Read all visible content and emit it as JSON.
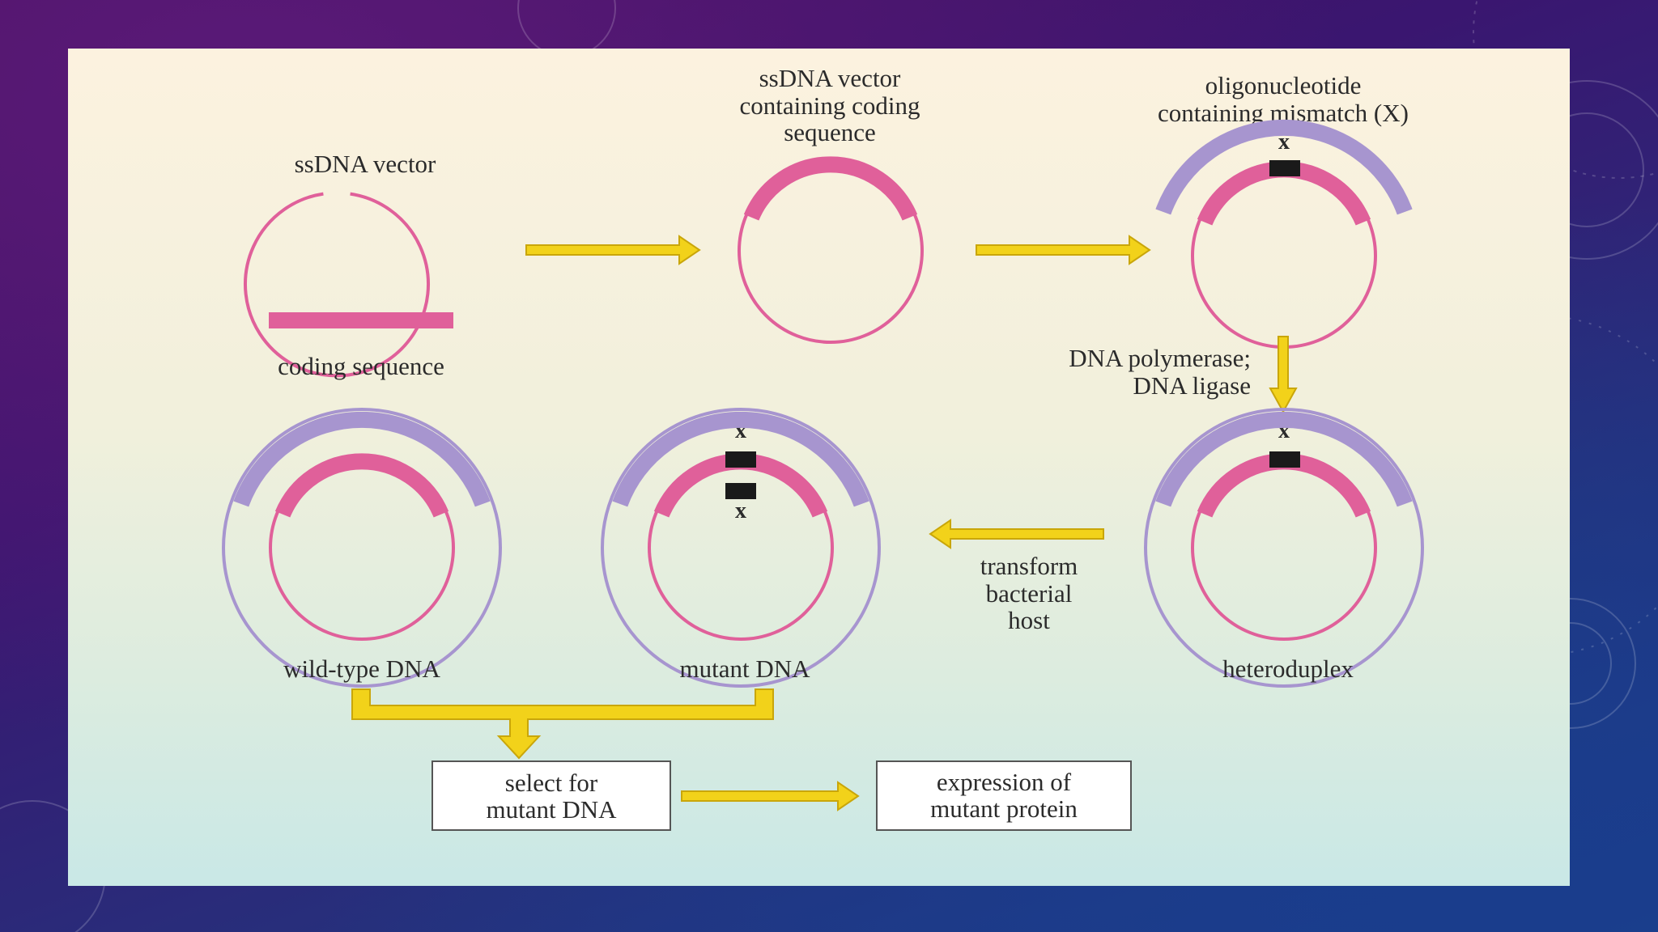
{
  "labels": {
    "ssdna_vector": "ssDNA vector",
    "coding_sequence": "coding sequence",
    "vector_with_coding_line1": "ssDNA vector",
    "vector_with_coding_line2": "containing coding",
    "vector_with_coding_line3": "sequence",
    "oligo_line1": "oligonucleotide",
    "oligo_line2": "containing mismatch (X)",
    "polymerase_line1": "DNA polymerase;",
    "polymerase_line2": "DNA ligase",
    "transform_line1": "transform",
    "transform_line2": "bacterial",
    "transform_line3": "host",
    "wild_type": "wild-type DNA",
    "mutant": "mutant DNA",
    "heteroduplex": "heteroduplex",
    "select_line1": "select for",
    "select_line2": "mutant DNA",
    "expression_line1": "expression of",
    "expression_line2": "mutant protein",
    "mismatch_mark": "x"
  },
  "colors": {
    "pink_strand": "#e0609a",
    "purple_strand": "#a795cf",
    "arrow_yellow": "#f2d21a",
    "arrow_outline": "#c9a60a",
    "mismatch_block": "#1a1a1a"
  }
}
